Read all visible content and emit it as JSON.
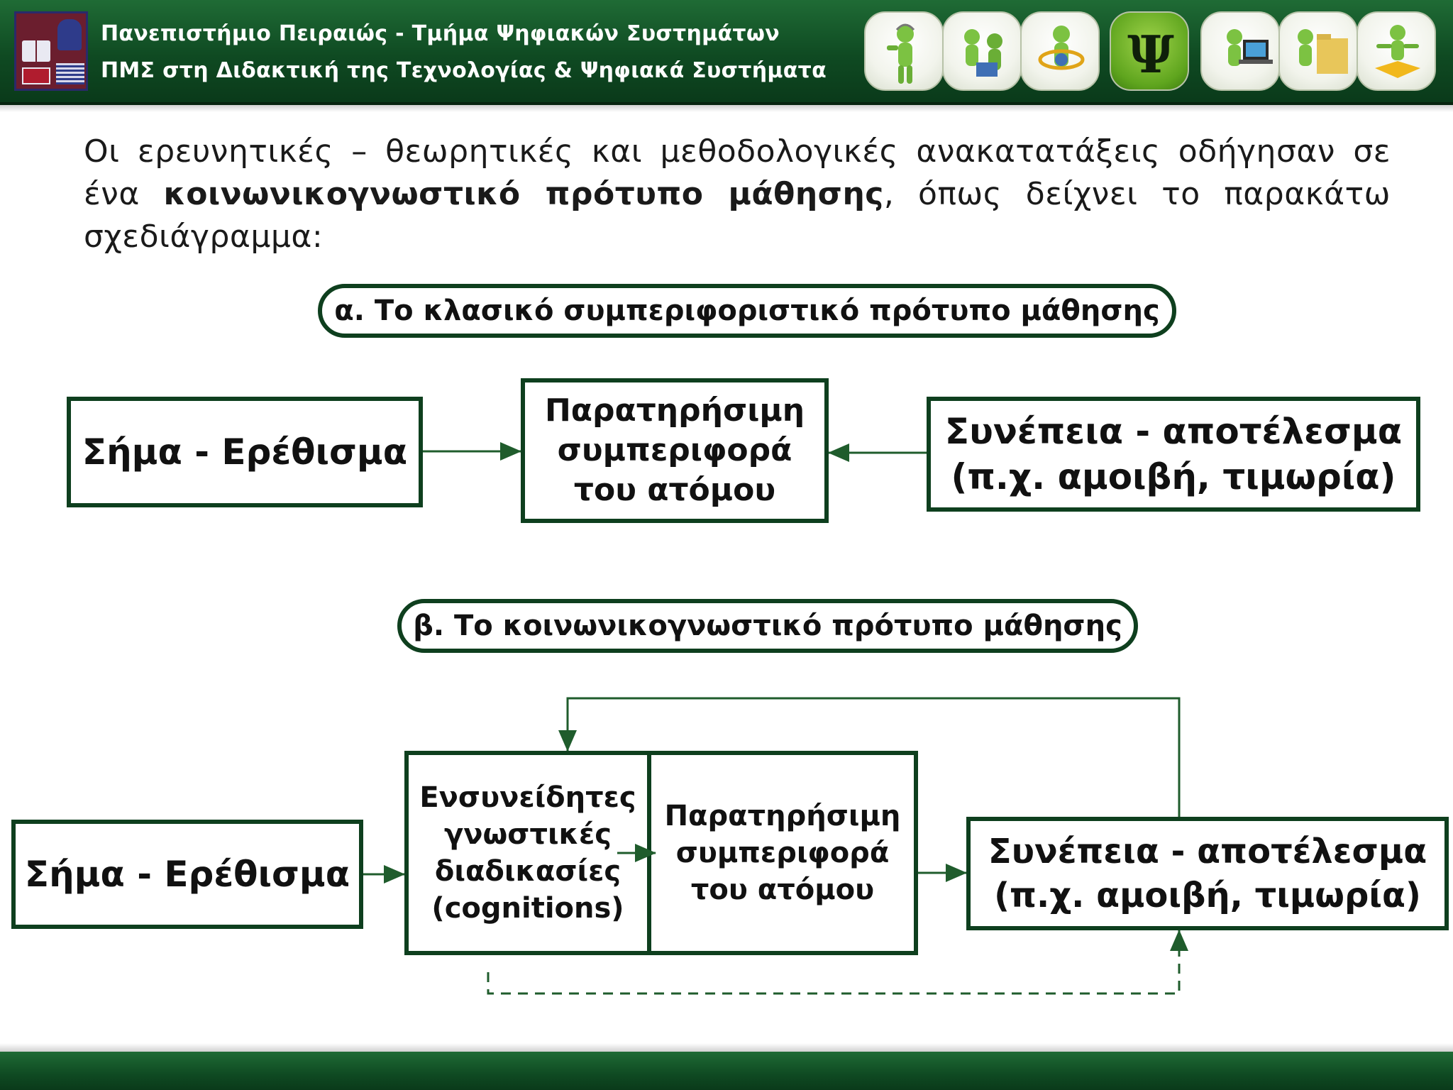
{
  "header": {
    "line1": "Πανεπιστήμιο Πειραιώς - Τμήμα Ψηφιακών Συστημάτων",
    "line2": "ΠΜΣ στη Διδακτική της Τεχνολογίας & Ψηφιακά Συστήματα",
    "icons": [
      "person-headset-icon",
      "people-books-icon",
      "person-globe-icon",
      "psi-head-icon",
      "person-laptop-icon",
      "person-folder-icon",
      "person-puzzle-icon"
    ],
    "psi_symbol": "Ψ"
  },
  "intro": {
    "part1": "Οι ερευνητικές – θεωρητικές και μεθοδολογικές ανακατατάξεις οδήγησαν σε ένα ",
    "bold": "κοινωνικογνωστικό πρότυπο μάθησης",
    "part2": ", όπως δείχνει το παρακάτω σχεδιάγραμμα:"
  },
  "section_a": {
    "title": "α. Το κλασικό συμπεριφοριστικό πρότυπο μάθησης",
    "stimulus": "Σήμα - Ερέθισμα",
    "behavior": [
      "Παρατηρήσιμη",
      "συμπεριφορά",
      "του ατόμου"
    ],
    "consequence": [
      "Συνέπεια - αποτέλεσμα",
      "(π.χ. αμοιβή, τιμωρία)"
    ]
  },
  "section_b": {
    "title": "β. Το κοινωνικογνωστικό πρότυπο μάθησης",
    "stimulus": "Σήμα - Ερέθισμα",
    "cognitions": [
      "Ενσυνείδητες",
      "γνωστικές",
      "διαδικασίες",
      "(cognitions)"
    ],
    "behavior": [
      "Παρατηρήσιμη",
      "συμπεριφορά",
      "του ατόμου"
    ],
    "consequence": [
      "Συνέπεια - αποτέλεσμα",
      "(π.χ. αμοιβή, τιμωρία)"
    ]
  },
  "colors": {
    "header_green": "#0f4a22",
    "border_green": "#0e3f1e",
    "arrow_green": "#1f5c2c",
    "text": "#111111"
  }
}
